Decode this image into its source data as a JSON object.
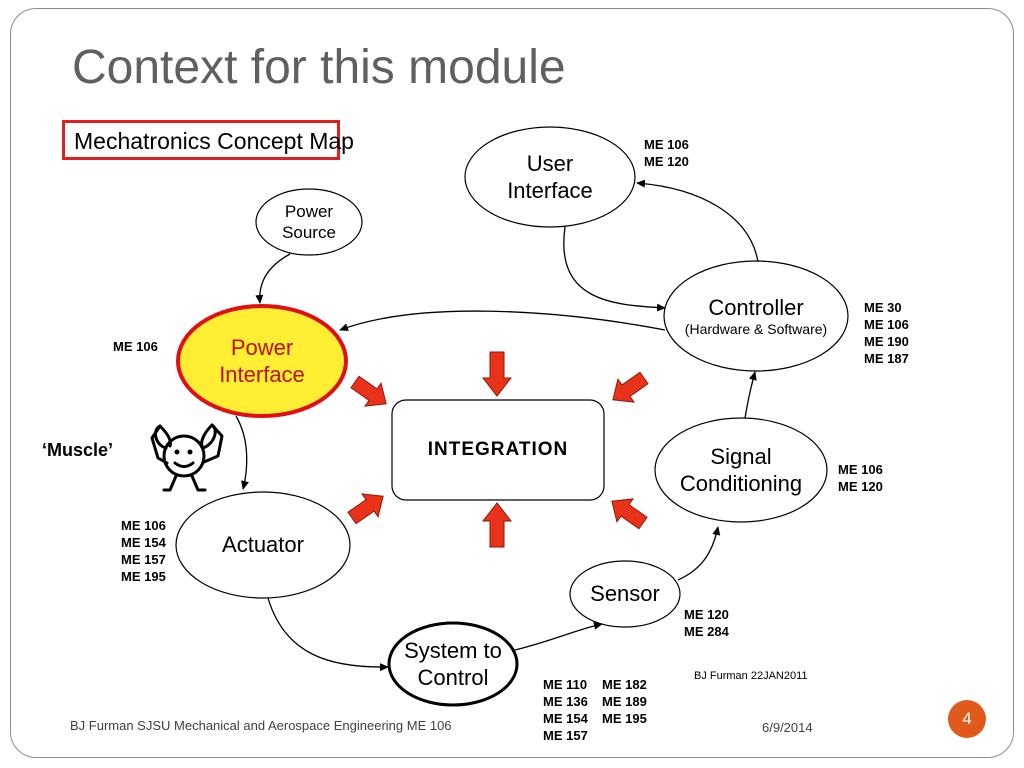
{
  "slide": {
    "title": "Context for this module",
    "map_label": "Mechatronics Concept Map",
    "footer": "BJ Furman SJSU Mechanical and Aerospace Engineering  ME 106",
    "date": "6/9/2014",
    "page_number": "4",
    "author_note": "BJ Furman 22JAN2011",
    "accent_color": "#e05a1c"
  },
  "nodes": {
    "user_interface": {
      "line1": "User",
      "line2": "Interface"
    },
    "power_source": {
      "line1": "Power",
      "line2": "Source"
    },
    "power_interface": {
      "line1": "Power",
      "line2": "Interface",
      "fill": "#ffee33",
      "border": "#e01010"
    },
    "controller": {
      "line1": "Controller",
      "line2": "(Hardware & Software)"
    },
    "integration": "INTEGRATION",
    "signal_conditioning": {
      "line1": "Signal",
      "line2": "Conditioning"
    },
    "actuator": "Actuator",
    "sensor": "Sensor",
    "system_to_control": {
      "line1": "System to",
      "line2": "Control"
    }
  },
  "muscle_label": "‘Muscle’",
  "courses": {
    "user_interface": "ME 106\nME 120",
    "controller": "ME 30\nME 106\nME 190\nME 187",
    "power_interface": "ME 106",
    "signal_conditioning": "ME 106\nME 120",
    "actuator": "ME 106\nME 154\nME 157\nME 195",
    "sensor": "ME 120\nME 284",
    "system_col1": "ME 110\nME 136\nME 154\nME 157",
    "system_col2": "ME 182\nME 189\nME 195"
  }
}
